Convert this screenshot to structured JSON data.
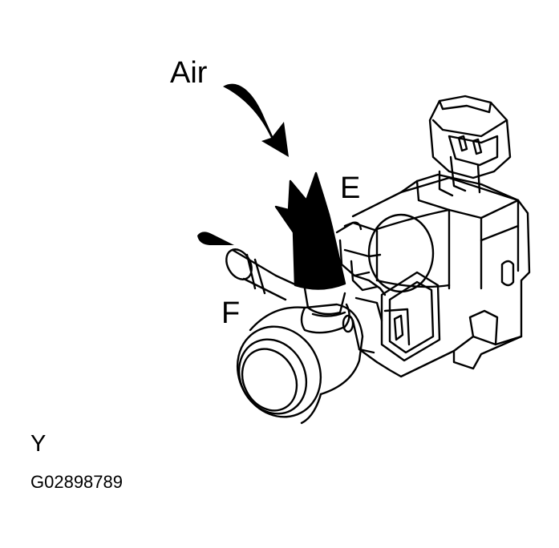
{
  "labels": {
    "air": "Air",
    "port_e": "E",
    "port_f": "F",
    "view": "Y",
    "figure_code": "G02898789"
  },
  "colors": {
    "ink": "#000000",
    "paper": "#ffffff"
  }
}
